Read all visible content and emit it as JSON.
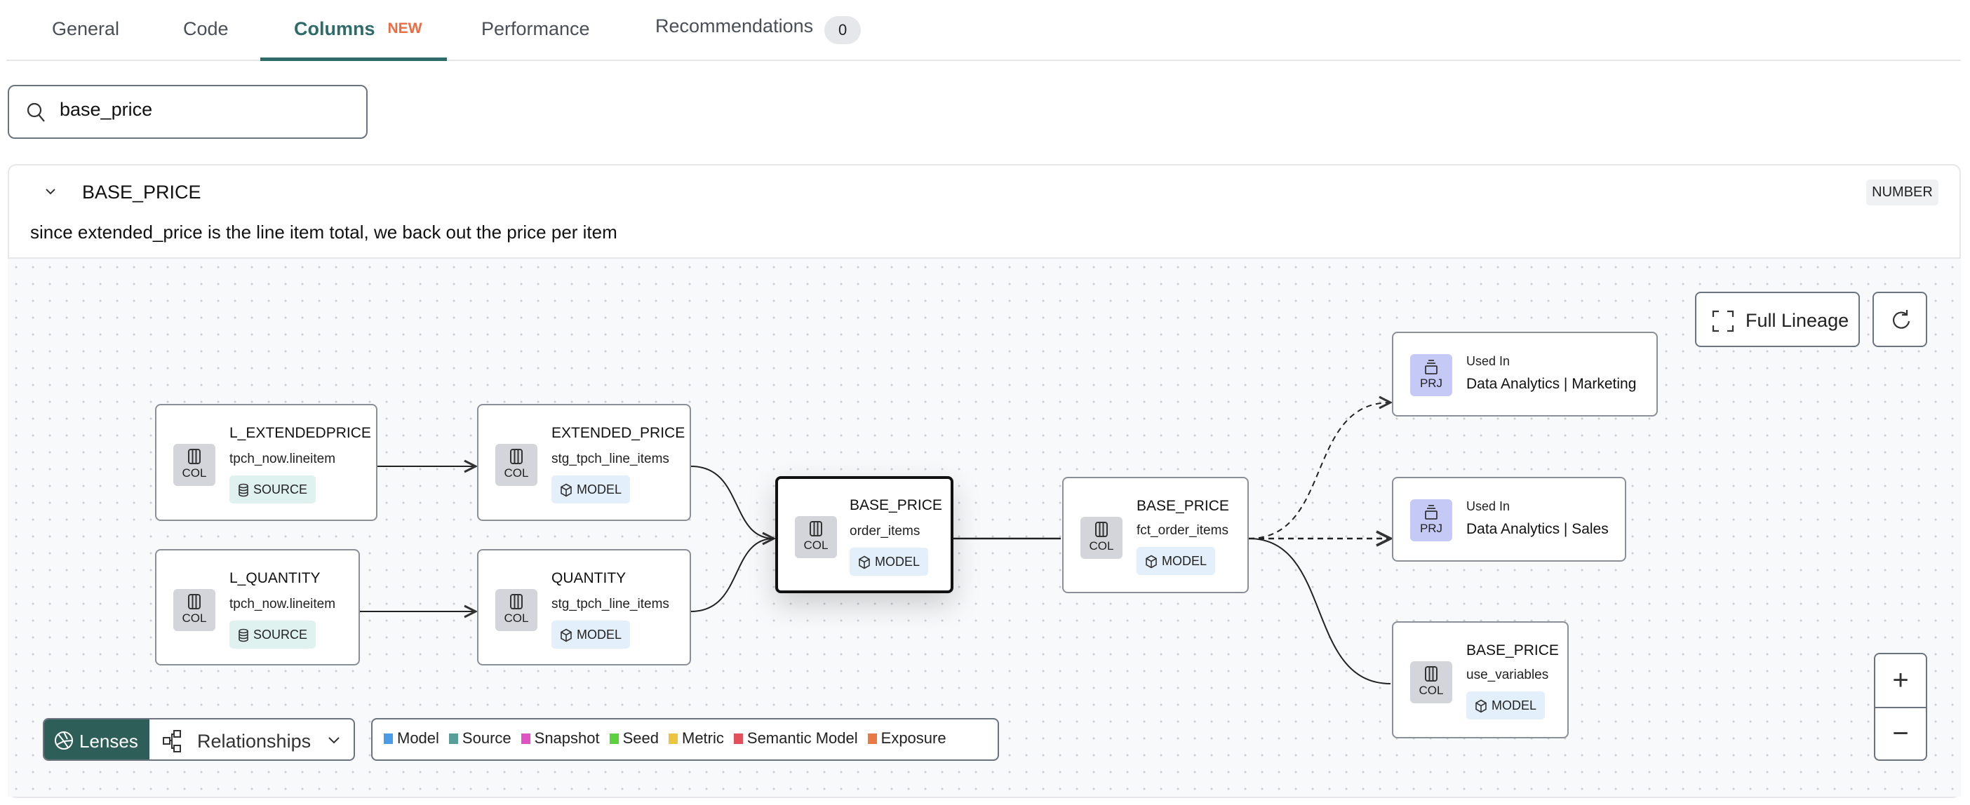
{
  "tabs": [
    {
      "label": "General"
    },
    {
      "label": "Code"
    },
    {
      "label": "Columns",
      "badge": "NEW"
    },
    {
      "label": "Performance"
    },
    {
      "label": "Recommendations",
      "count": "0"
    }
  ],
  "search": {
    "value": "base_price",
    "icon": "search-icon"
  },
  "column": {
    "name": "BASE_PRICE",
    "type": "NUMBER",
    "description": "since extended_price is the line item total, we back out the price per item"
  },
  "lineage": {
    "nodes": [
      {
        "kind": "COL",
        "title": "L_EXTENDEDPRICE",
        "subtitle": "tpch_now.lineitem",
        "type": "SOURCE"
      },
      {
        "kind": "COL",
        "title": "EXTENDED_PRICE",
        "subtitle": "stg_tpch_line_items",
        "type": "MODEL"
      },
      {
        "kind": "COL",
        "title": "L_QUANTITY",
        "subtitle": "tpch_now.lineitem",
        "type": "SOURCE"
      },
      {
        "kind": "COL",
        "title": "QUANTITY",
        "subtitle": "stg_tpch_line_items",
        "type": "MODEL"
      },
      {
        "kind": "COL",
        "title": "BASE_PRICE",
        "subtitle": "order_items",
        "type": "MODEL",
        "selected": true
      },
      {
        "kind": "COL",
        "title": "BASE_PRICE",
        "subtitle": "fct_order_items",
        "type": "MODEL"
      },
      {
        "kind": "PRJ",
        "title": "Used In",
        "subtitle": "Data Analytics | Marketing"
      },
      {
        "kind": "PRJ",
        "title": "Used In",
        "subtitle": "Data Analytics | Sales"
      },
      {
        "kind": "COL",
        "title": "BASE_PRICE",
        "subtitle": "use_variables",
        "type": "MODEL"
      }
    ],
    "full_lineage_label": "Full Lineage",
    "zoom_in": "+",
    "zoom_out": "−",
    "lenses_label": "Lenses",
    "relationships_label": "Relationships",
    "legend": [
      {
        "label": "Model",
        "color": "#4c9be8"
      },
      {
        "label": "Source",
        "color": "#5a9e9a"
      },
      {
        "label": "Snapshot",
        "color": "#e052c4"
      },
      {
        "label": "Seed",
        "color": "#5dd03f"
      },
      {
        "label": "Metric",
        "color": "#ecc43e"
      },
      {
        "label": "Semantic Model",
        "color": "#e2505c"
      },
      {
        "label": "Exposure",
        "color": "#e87a45"
      }
    ]
  },
  "colors": {
    "accent": "#2f6b6b",
    "new_badge": "#ee6b43",
    "lenses_bg": "#2e5e58"
  }
}
